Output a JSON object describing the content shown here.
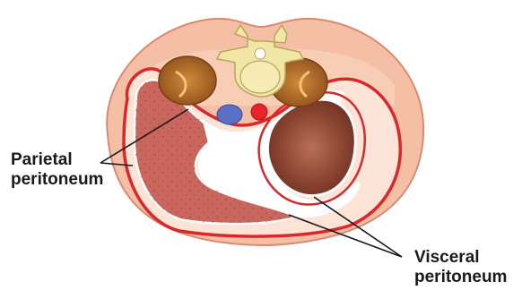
{
  "labels": {
    "parietal": {
      "line1": "Parietal",
      "line2": "peritoneum"
    },
    "visceral": {
      "line1": "Visceral",
      "line2": "peritoneum"
    }
  },
  "colors": {
    "body_wall": "#f4bfa5",
    "body_outline": "#d98a73",
    "peritoneum_line": "#d8282c",
    "cavity_fill": "#c9665e",
    "kidney": "#a8641f",
    "vertebra": "#f1e6a6",
    "aorta": "#e8232a",
    "vena_cava": "#5b6fc4",
    "intestine": "#7a3d2c",
    "leader_line": "#1a1a1a"
  }
}
